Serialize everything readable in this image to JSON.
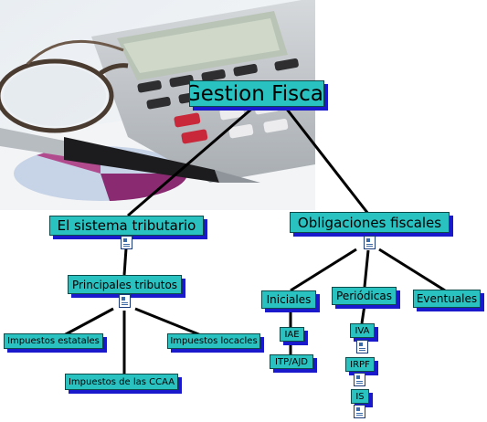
{
  "map": {
    "root": "Gestion Fiscal",
    "sistema": "El sistema tributario",
    "obligaciones": "Obligaciones fiscales",
    "principales": "Principales tributos",
    "estatales": "Impuestos estatales",
    "locales": "Impuestos locacles",
    "ccaa": "Impuestos de las CCAA",
    "iniciales": "Iniciales",
    "periodicas": "Periódicas",
    "eventuales": "Eventuales",
    "iae": "IAE",
    "itp": "ITP/AJD",
    "iva": "IVA",
    "irpf": "IRPF",
    "is": "IS"
  },
  "colors": {
    "node_fill": "#2ac1c1",
    "node_shadow": "#1a1acc",
    "link": "#000000"
  },
  "icons": [
    "calculator-photo",
    "glasses",
    "pen",
    "document-resource-icon"
  ]
}
